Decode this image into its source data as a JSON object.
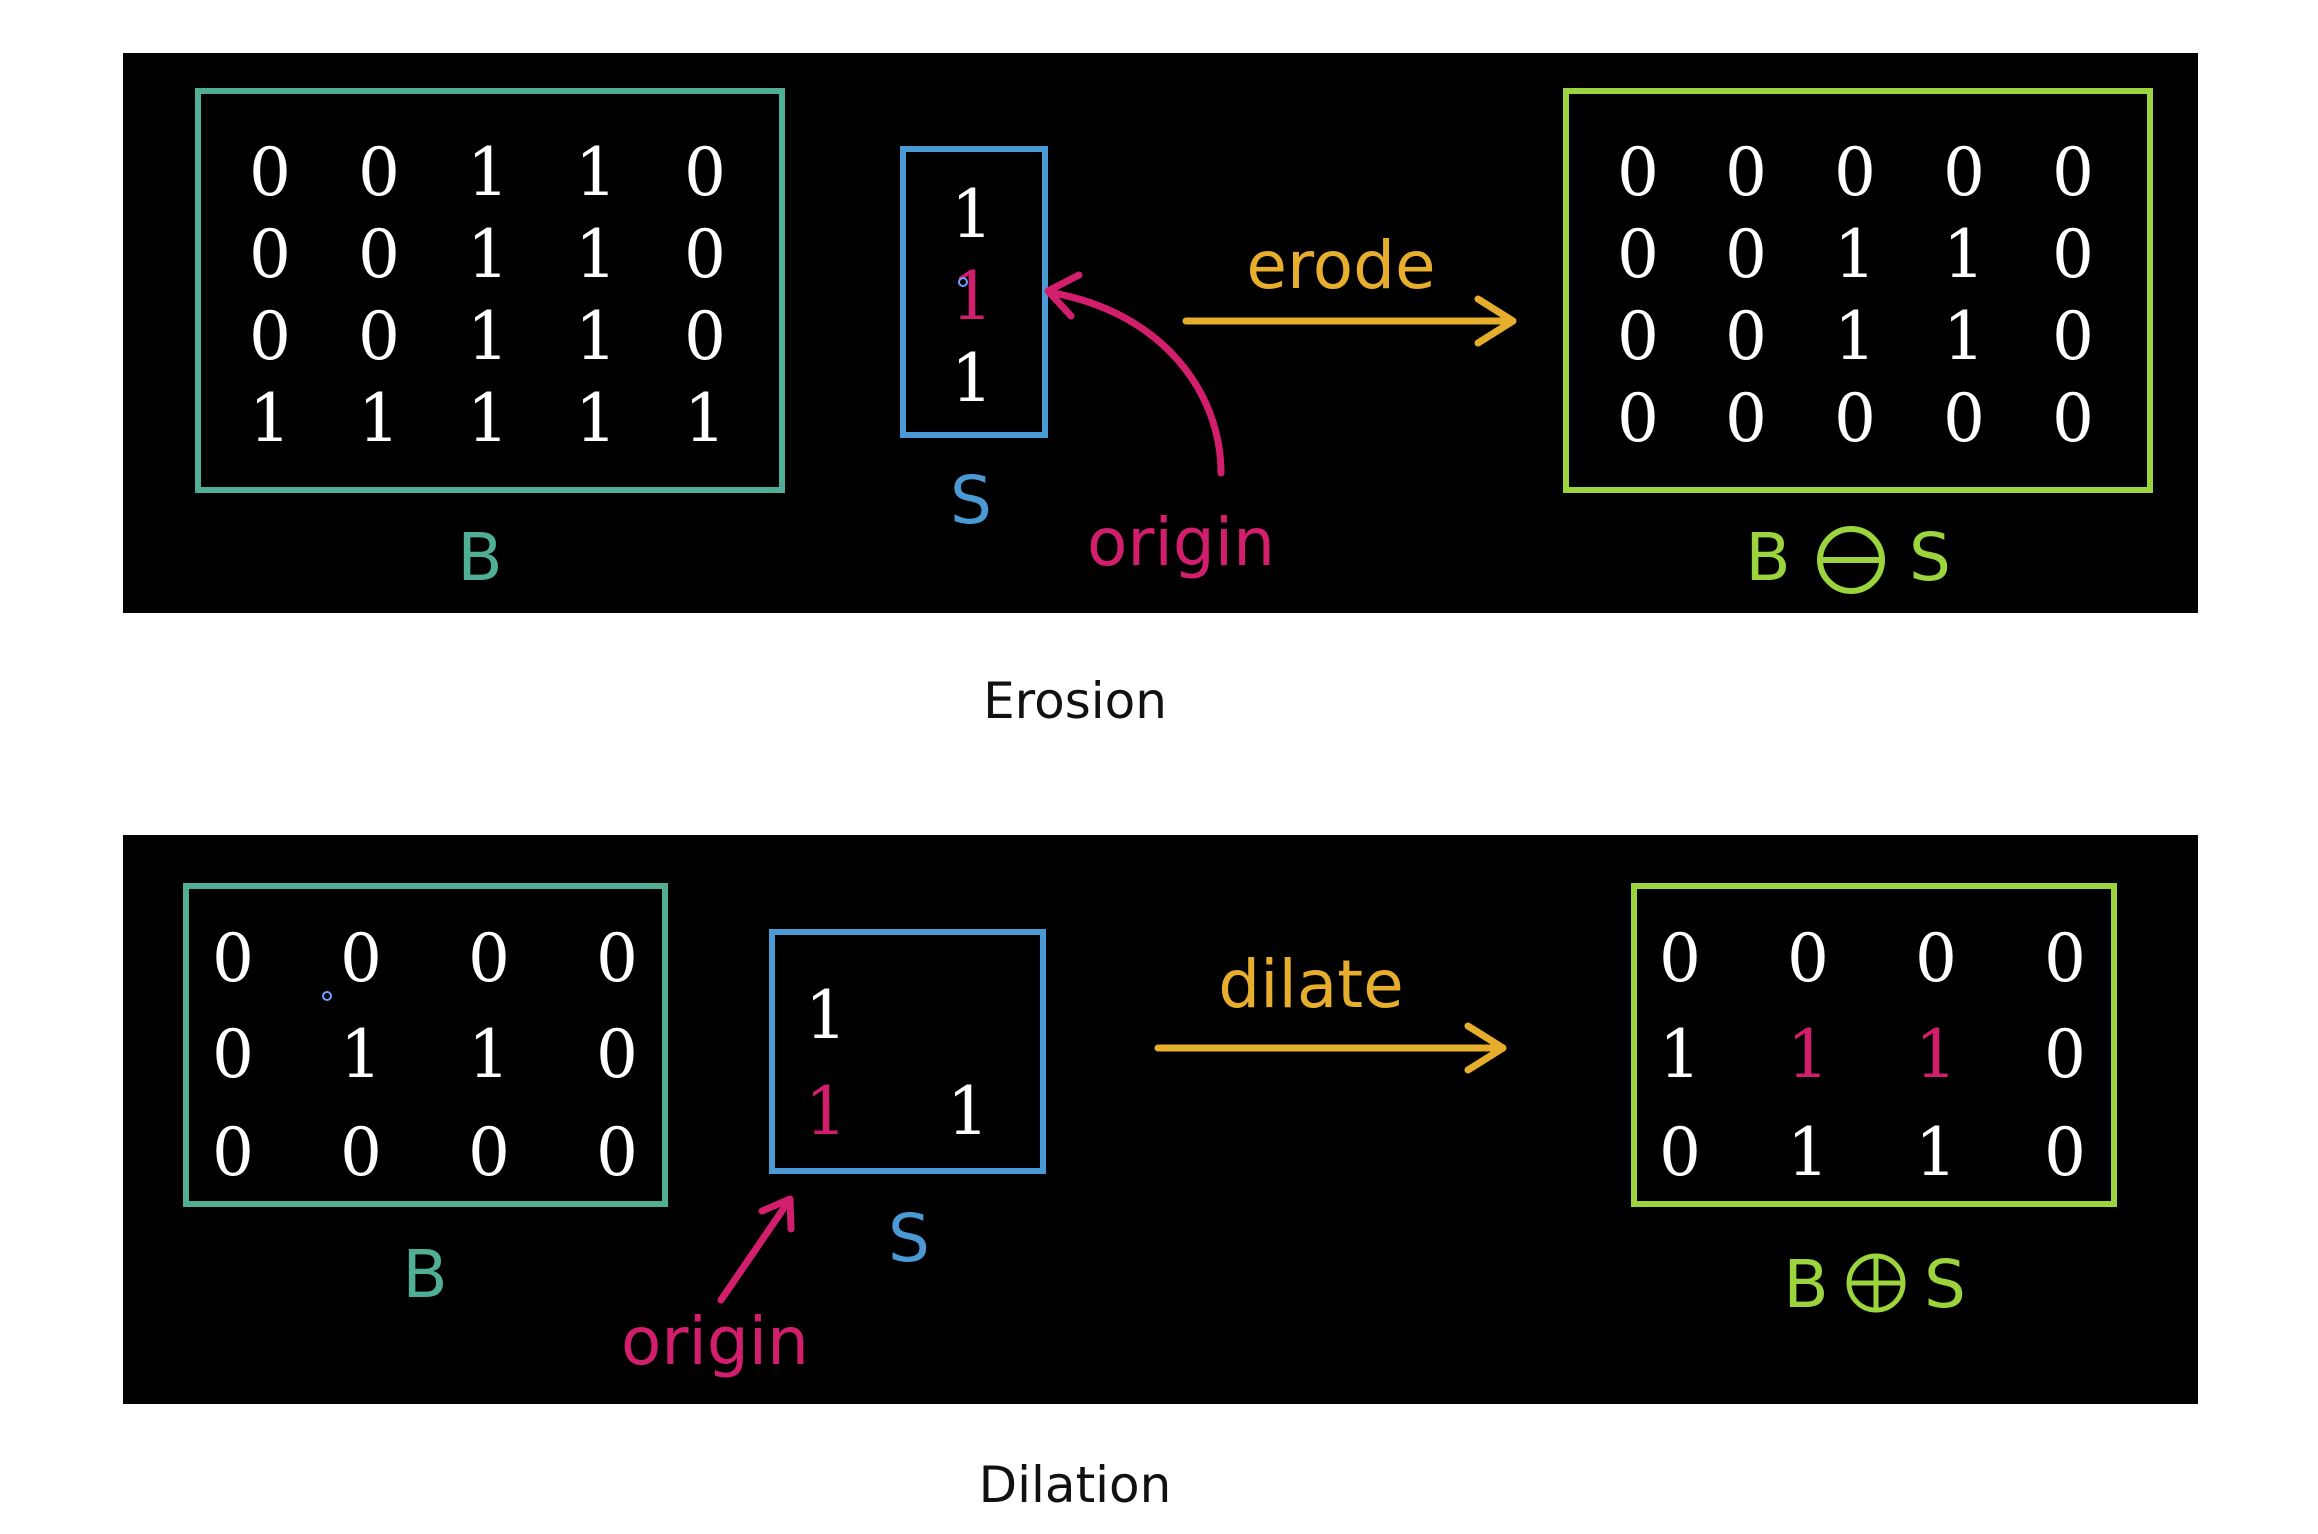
{
  "colors": {
    "background": "#000000",
    "input_box": "#4fae94",
    "structuring_box": "#4a9ad6",
    "output_box": "#9bd43c",
    "arrow": "#e6ae2c",
    "origin": "#d21e6c",
    "digit": "#ffffff"
  },
  "erosion": {
    "caption": "Erosion",
    "B": {
      "label": "B",
      "rows": [
        [
          "0",
          "0",
          "1",
          "1",
          "0"
        ],
        [
          "0",
          "0",
          "1",
          "1",
          "0"
        ],
        [
          "0",
          "0",
          "1",
          "1",
          "0"
        ],
        [
          "1",
          "1",
          "1",
          "1",
          "1"
        ]
      ]
    },
    "S": {
      "label": "S",
      "rows": [
        [
          "1"
        ],
        [
          "1"
        ],
        [
          "1"
        ]
      ],
      "origin_cell": [
        1,
        0
      ]
    },
    "operation_label": "erode",
    "origin_label": "origin",
    "result": {
      "label_left": "B",
      "label_right": "S",
      "operator_icon": "circled-minus-icon",
      "rows": [
        [
          "0",
          "0",
          "0",
          "0",
          "0"
        ],
        [
          "0",
          "0",
          "1",
          "1",
          "0"
        ],
        [
          "0",
          "0",
          "1",
          "1",
          "0"
        ],
        [
          "0",
          "0",
          "0",
          "0",
          "0"
        ]
      ]
    }
  },
  "dilation": {
    "caption": "Dilation",
    "B": {
      "label": "B",
      "rows": [
        [
          "0",
          "0",
          "0",
          "0"
        ],
        [
          "0",
          "1",
          "1",
          "0"
        ],
        [
          "0",
          "0",
          "0",
          "0"
        ]
      ]
    },
    "S": {
      "label": "S",
      "rows": [
        [
          "1",
          ""
        ],
        [
          "1",
          "1"
        ]
      ],
      "origin_cell": [
        1,
        0
      ]
    },
    "operation_label": "dilate",
    "origin_label": "origin",
    "result": {
      "label_left": "B",
      "label_right": "S",
      "operator_icon": "circled-plus-icon",
      "rows": [
        [
          "0",
          "0",
          "0",
          "0"
        ],
        [
          "1",
          "1",
          "1",
          "0"
        ],
        [
          "0",
          "1",
          "1",
          "0"
        ]
      ],
      "highlight_cells": [
        [
          1,
          1
        ],
        [
          1,
          2
        ]
      ]
    }
  }
}
